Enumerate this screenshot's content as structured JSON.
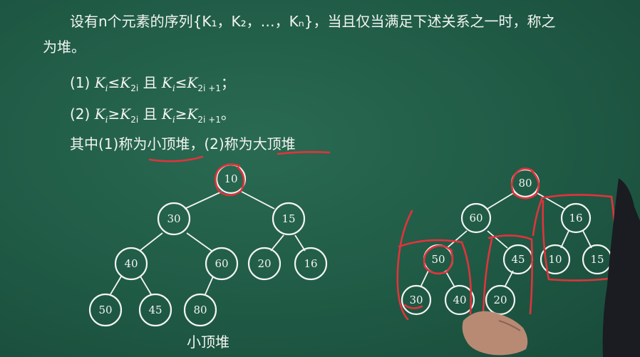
{
  "text": {
    "line1": "设有n个元素的序列{K₁，K₂，…，Kₙ}，当且仅当满足下述关系之一时，称之",
    "line1b": "为堆。",
    "cond1_prefix": "(1) ",
    "cond1_a": "K",
    "cond1_a_sub": "i",
    "cond1_op": "≤",
    "cond1_b": "K",
    "cond1_b_sub": "2i",
    "cond1_and": " 且 ",
    "cond1_c": "K",
    "cond1_c_sub": "i",
    "cond1_d": "K",
    "cond1_d_sub": "2i +1",
    "cond1_end": "；",
    "cond2_prefix": "(2) ",
    "cond2_op": "≥",
    "cond2_end": "。",
    "line4_prefix": "其中(1)称为",
    "line4_small": "小顶堆",
    "line4_mid": "，(2)称为",
    "line4_big": "大顶堆"
  },
  "min_heap": {
    "caption": "小顶堆",
    "nodes": [
      "10",
      "30",
      "15",
      "40",
      "60",
      "20",
      "16",
      "50",
      "45",
      "80"
    ]
  },
  "max_heap": {
    "nodes": [
      "80",
      "60",
      "16",
      "50",
      "45",
      "10",
      "15",
      "30",
      "40",
      "20"
    ]
  },
  "colors": {
    "board": "#1f5a45",
    "chalk": "#f3f5f2",
    "marker": "#e2333c"
  }
}
